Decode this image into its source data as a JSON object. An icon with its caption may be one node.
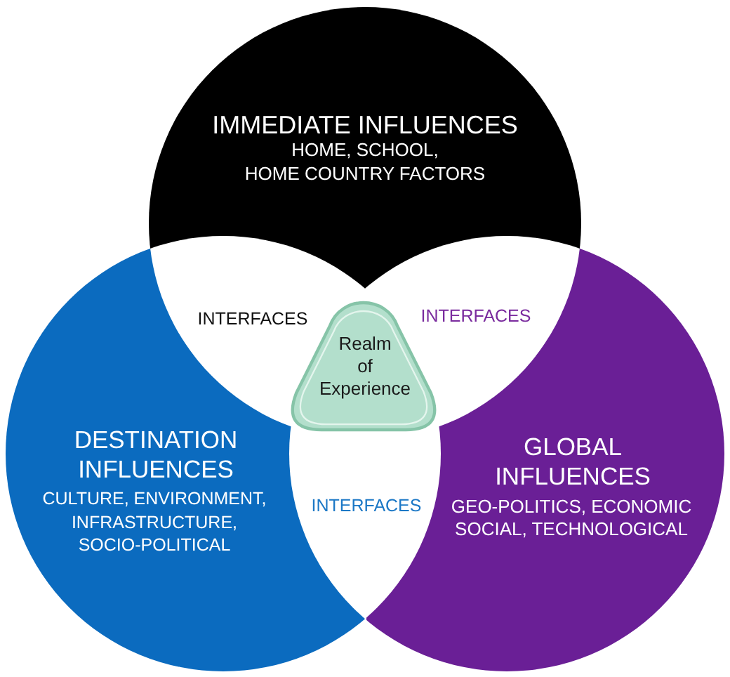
{
  "diagram": {
    "nodes": [
      {
        "text": [
          "IMMEDIATE INFLUENCES",
          "HOME, SCHOOL, HOME COUNTRY FACTORS"
        ]
      },
      {
        "text": [
          "Realm of Experience"
        ]
      },
      {
        "text": [
          "DESTINATION INFLUENCES",
          "CULTURE, ENVIRONMENT, INFRASTRUCTURE, SOCIO-POLITICAL"
        ]
      },
      {
        "text": [
          "GLOBAL INFLUENCES",
          "GEO-POLITICS, ECONOMIC SOCIAL, TECHNOLOGICAL"
        ]
      }
    ],
    "labels": [
      "INTERFACES",
      "INTERFACES",
      "INTERFACES"
    ]
  }
}
